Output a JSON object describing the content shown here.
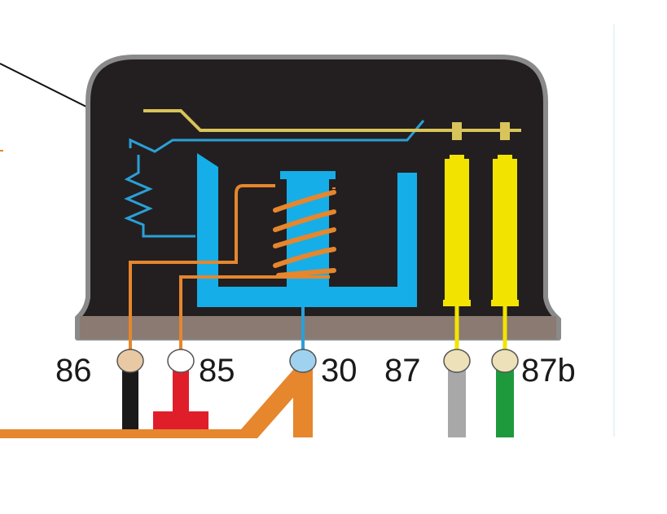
{
  "diagram": {
    "terminals": [
      {
        "id": "86",
        "label": "86",
        "wire_color": "#1a1a1a",
        "pin_color": "#e9c9a4"
      },
      {
        "id": "85",
        "label": "85",
        "wire_color": "#e01e2a",
        "pin_color": "#ffffff"
      },
      {
        "id": "30",
        "label": "30",
        "wire_color": "#e6862d",
        "pin_color": "#9fd2ee"
      },
      {
        "id": "87",
        "label": "87",
        "wire_color": "#a8a8a8",
        "pin_color": "#ece1b8"
      },
      {
        "id": "87b",
        "label": "87b",
        "wire_color": "#1e9a3c",
        "pin_color": "#ece1b8"
      }
    ],
    "colors": {
      "housing": "#231f20",
      "housing_border": "#8a8a8a",
      "base": "#8a7a72",
      "core": "#16aee8",
      "coil_wire": "#e6862d",
      "contact": "#f2e400",
      "switch_arm": "#d8c45a",
      "switch_line": "#2aa0d8",
      "lead": "#e6862d"
    }
  }
}
